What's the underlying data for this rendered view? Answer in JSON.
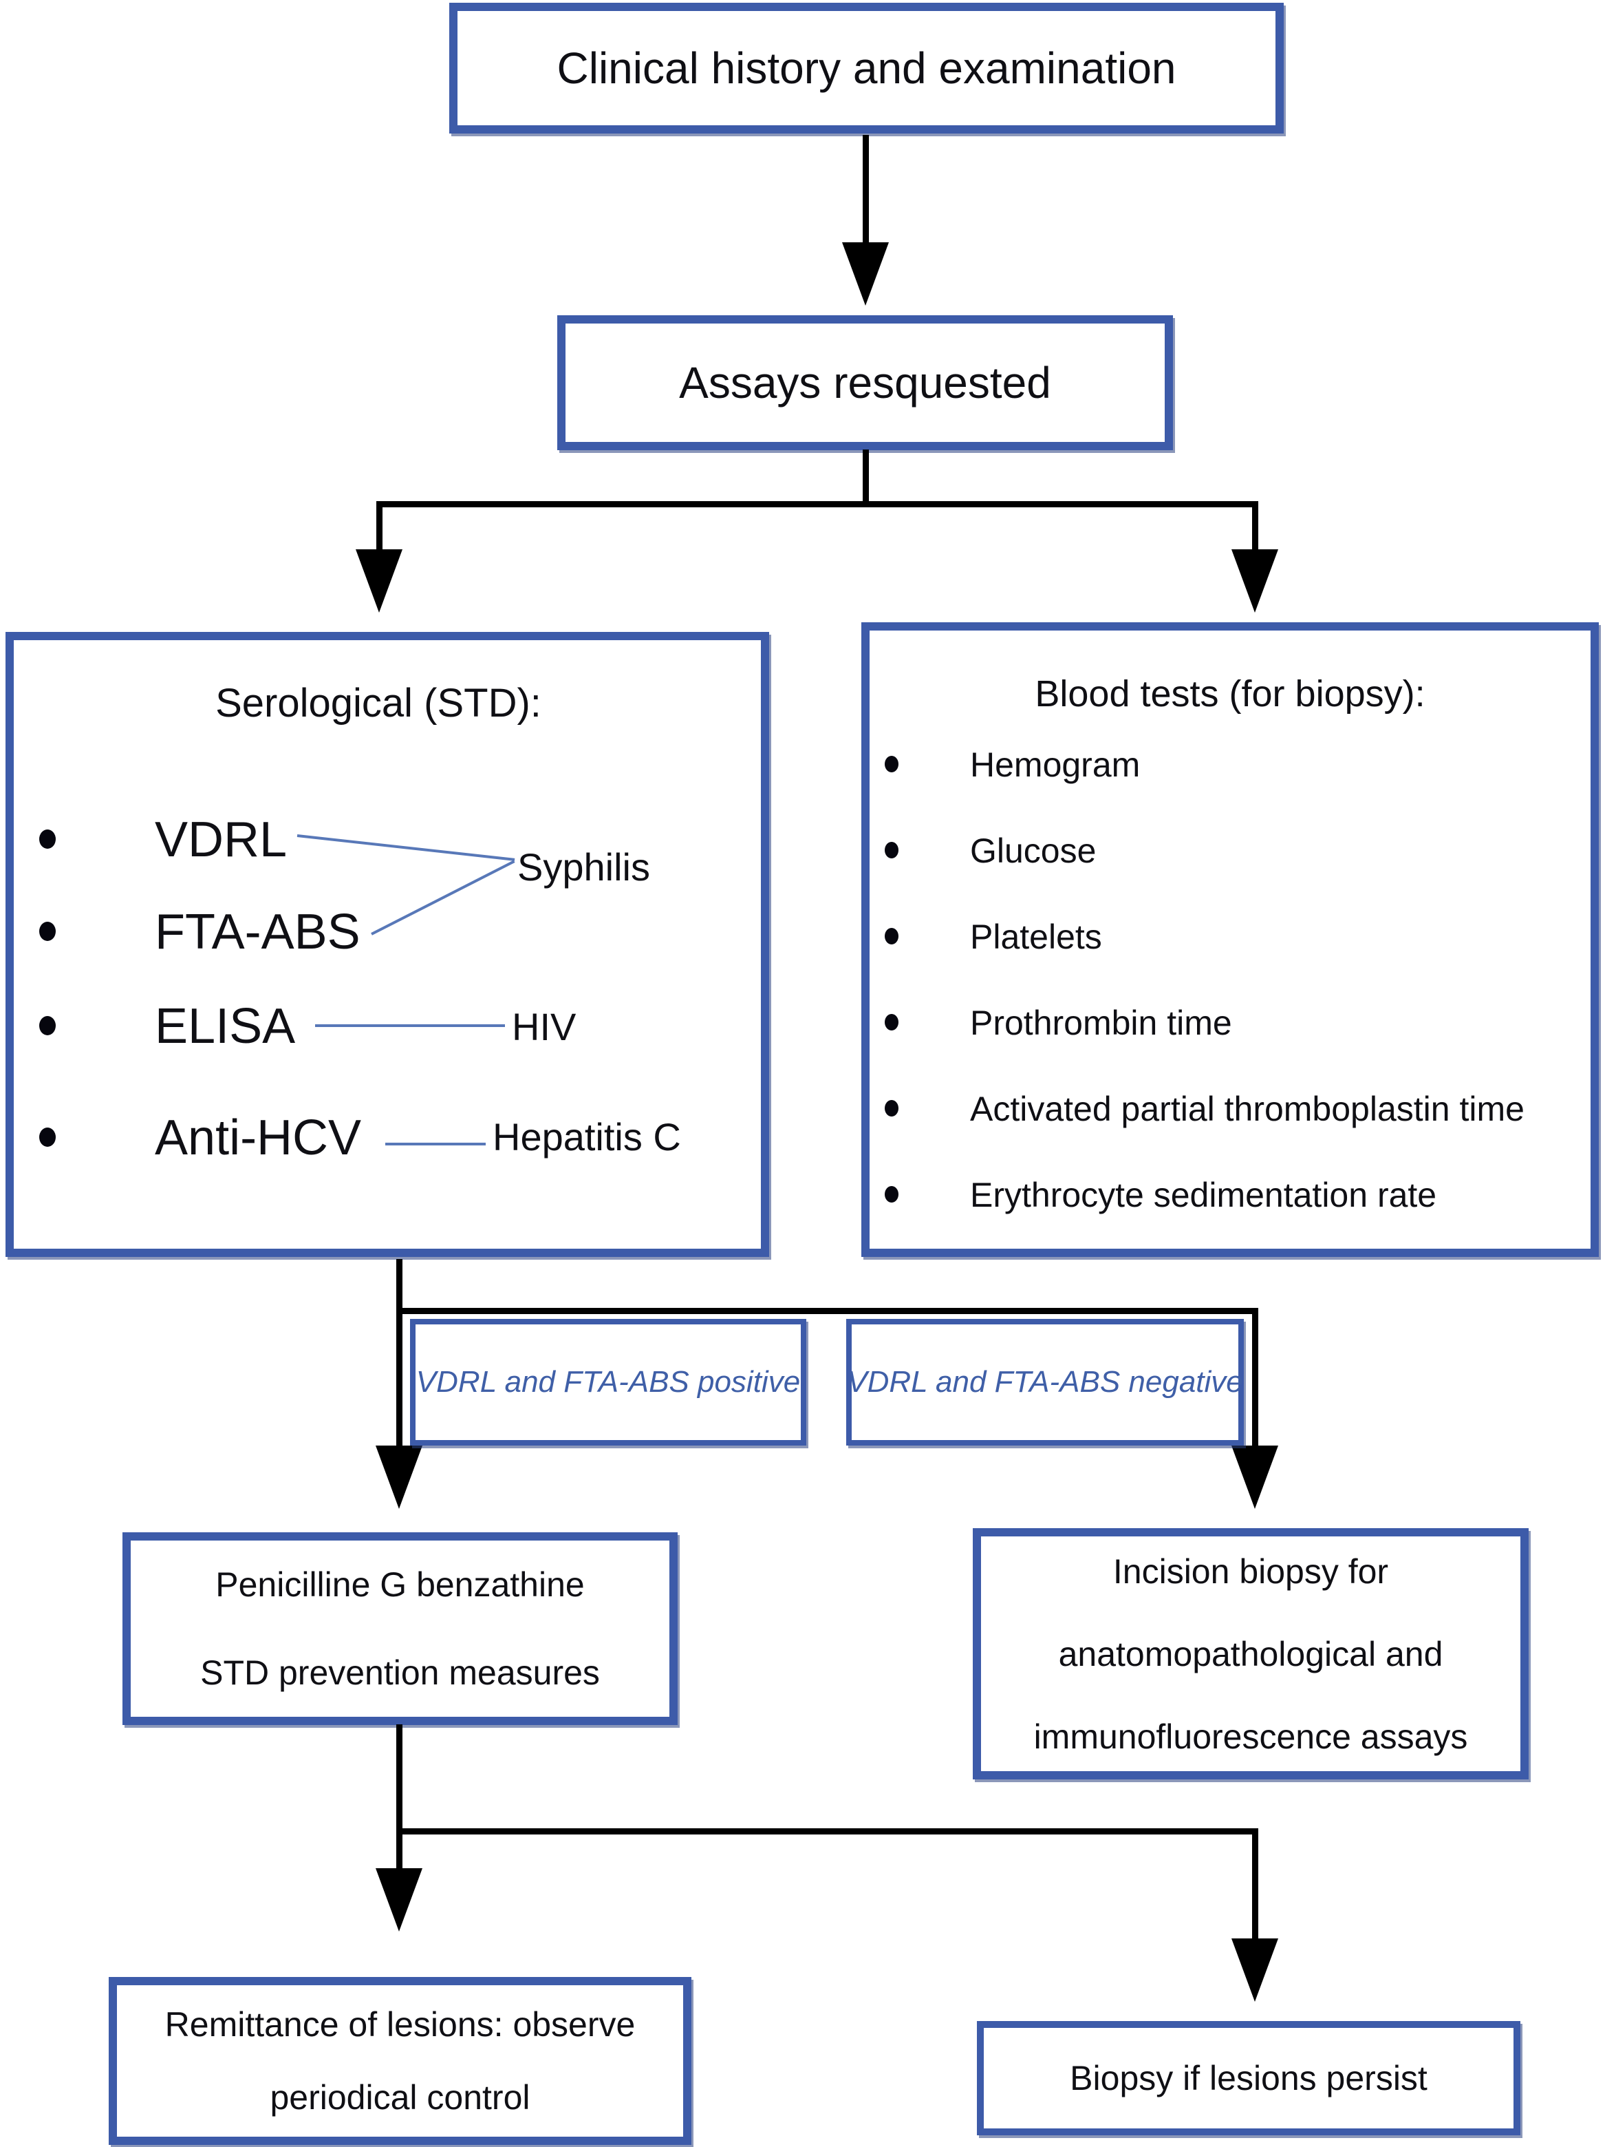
{
  "diagram": {
    "clinical_box": {
      "label": "Clinical history and examination"
    },
    "assays_box": {
      "label": "Assays resquested"
    },
    "serological_box": {
      "title": "Serological (STD):",
      "tests": [
        "VDRL",
        "FTA-ABS",
        "ELISA",
        "Anti-HCV"
      ],
      "targets": [
        "Syphilis",
        "HIV",
        "Hepatitis C"
      ]
    },
    "blood_box": {
      "title": "Blood tests (for biopsy):",
      "items": [
        "Hemogram",
        "Glucose",
        "Platelets",
        "Prothrombin time",
        "Activated partial thromboplastin time",
        "Erythrocyte sedimentation rate"
      ]
    },
    "condition_boxes": {
      "positive": "VDRL and FTA-ABS positive",
      "negative": "VDRL and FTA-ABS negative"
    },
    "treatment_box": {
      "line1": "Penicilline G benzathine",
      "line2": "STD prevention measures"
    },
    "incision_box": {
      "line1": "Incision biopsy for",
      "line2": "anatomopathological and",
      "line3": "immunofluorescence assays"
    },
    "remittance_box": {
      "line1": "Remittance of lesions: observe",
      "line2": "periodical control"
    },
    "biopsy_box": {
      "label": "Biopsy if lesions persist"
    }
  },
  "colors": {
    "box_border_blue": "#3d5ba9",
    "box_edge_dark_blue": "#2b4280",
    "condition_text_blue": "#3f5fa7",
    "connector_line_blue": "#5878b8",
    "flow_line_black": "#000000",
    "text_black": "#0f0f14",
    "background": "#ffffff"
  }
}
